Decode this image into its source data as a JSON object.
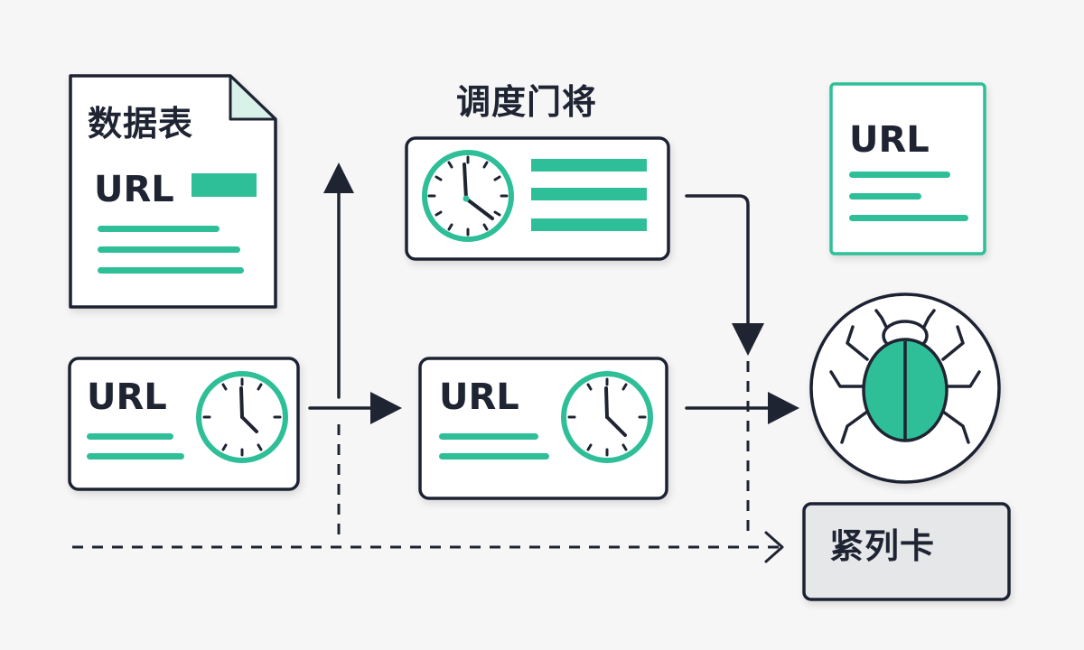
{
  "colors": {
    "background": "#f6f6f6",
    "ink": "#1f2433",
    "accent": "#2fbf98",
    "card_fill": "#ffffff",
    "queue_fill": "#e6e7e9"
  },
  "nodes": {
    "data_table": {
      "title": "数据表",
      "field": "URL",
      "icon": "document-icon"
    },
    "scheduler": {
      "title": "调度门将",
      "icon": "clock-icon"
    },
    "output_card": {
      "field": "URL"
    },
    "url_card_left": {
      "field": "URL",
      "icon": "clock-icon"
    },
    "url_card_mid": {
      "field": "URL",
      "icon": "clock-icon"
    },
    "crawler": {
      "icon": "bug-icon"
    },
    "priority_queue": {
      "title": "紧列卡"
    }
  }
}
